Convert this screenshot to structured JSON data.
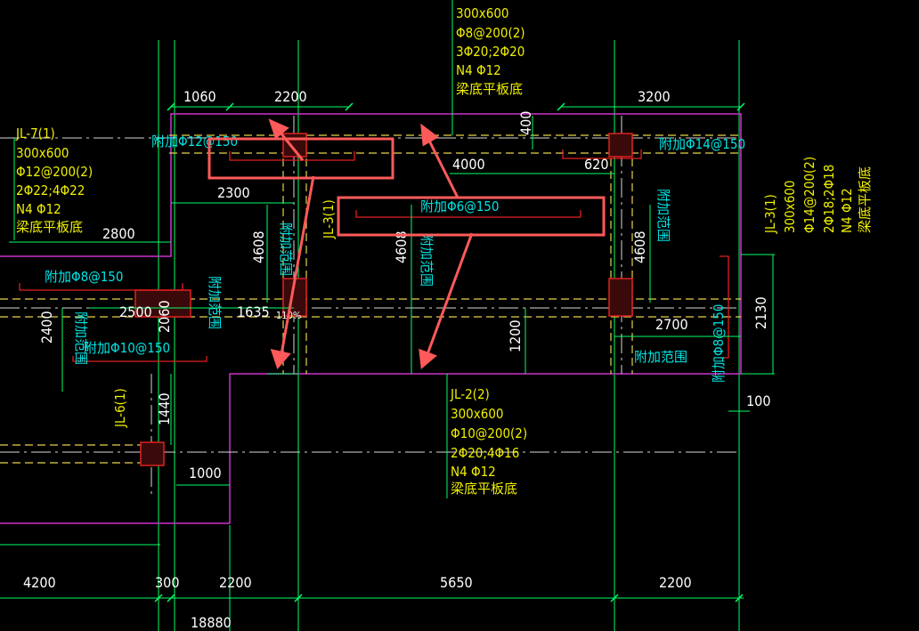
{
  "drawing": {
    "zoom": "110%",
    "colors": {
      "background": "#000000",
      "dimension": "#00ff66",
      "axis": "#00ff66",
      "slab_edge": "#cc33cc",
      "beam": "#e6d34a",
      "label": "#00e5e5",
      "label_yellow": "#f0f000",
      "annotation": "#ff5a5a",
      "rebar": "#e02020"
    }
  },
  "dims": {
    "top_1060": "1060",
    "top_2200": "2200",
    "top_3200": "3200",
    "d_400": "400",
    "d_4000": "4000",
    "d_620": "620",
    "d_2300": "2300",
    "d_2800": "2800",
    "d_4608_a": "4608",
    "d_4608_b": "4608",
    "d_4608_c": "4608",
    "d_2500": "2500",
    "d_2060": "2060",
    "d_1635": "1635",
    "d_2400": "2400",
    "d_1200": "1200",
    "d_2700": "2700",
    "d_2130": "2130",
    "d_100": "100",
    "d_1440": "1440",
    "d_1000": "1000",
    "bot_4200": "4200",
    "bot_300": "300",
    "bot_2200": "2200",
    "bot_5650": "5650",
    "bot_2200b": "2200",
    "bot_18880": "18880"
  },
  "beams": {
    "top": {
      "size": "300x600",
      "stirrup": "Φ8@200(2)",
      "bars": "3Φ20;2Φ20",
      "side": "N4 Φ12",
      "note": "梁底平板底"
    },
    "jl7": {
      "name": "JL-7(1)",
      "size": "300x600",
      "stirrup": "Φ12@200(2)",
      "bars": "2Φ22;4Φ22",
      "side": "N4 Φ12",
      "note": "梁底平板底"
    },
    "jl3_right": {
      "name": "JL-3(1)",
      "size": "300x600",
      "stirrup": "Φ14@200(2)",
      "bars": "2Φ18;2Φ18",
      "side": "N4 Φ12",
      "note": "梁底平板底"
    },
    "jl3_mid": {
      "name": "JL-3(1)"
    },
    "jl2": {
      "name": "JL-2(2)",
      "size": "300x600",
      "stirrup": "Φ10@200(2)",
      "bars": "2Φ20;4Φ16",
      "side": "N4 Φ12",
      "note": "梁底平板底"
    },
    "jl6": {
      "name": "JL-6(1)"
    }
  },
  "rebar_notes": {
    "r1": "附加Φ12@150",
    "r2": "附加Φ6@150",
    "r3": "附加Φ14@150",
    "r4": "附加Φ8@150",
    "r5": "附加Φ10@150",
    "r6": "附加Φ8@150",
    "range_label": "附加范围"
  },
  "annotations": {
    "box_count": 2,
    "arrow_count": 4
  }
}
